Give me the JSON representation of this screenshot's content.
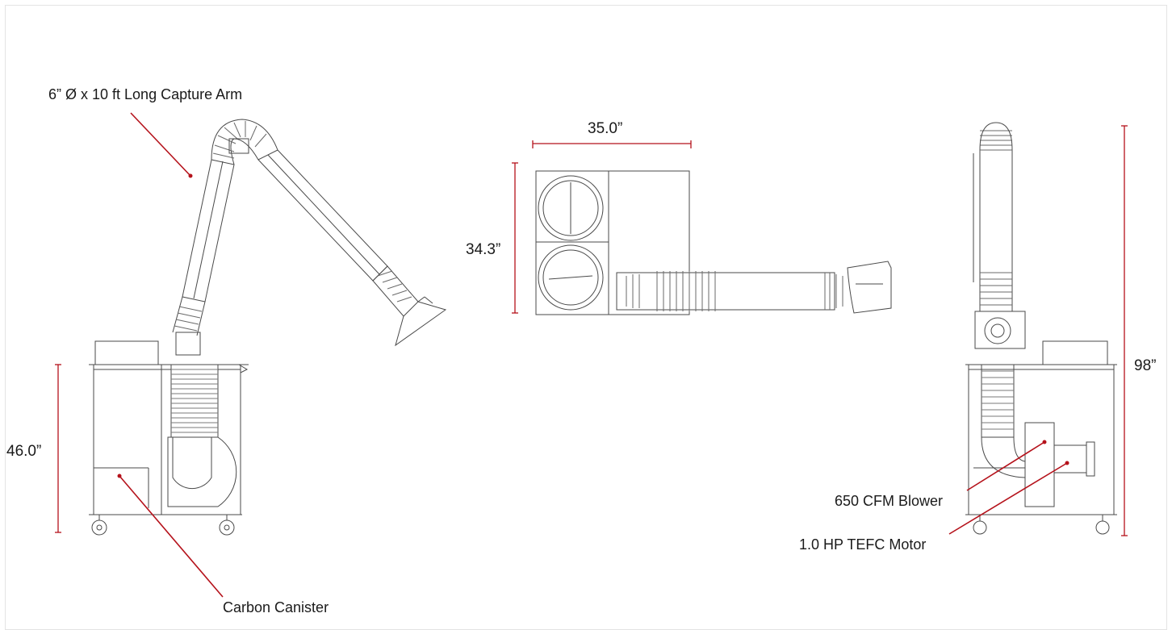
{
  "annotations": {
    "capture_arm": "6” Ø x 10 ft Long Capture Arm",
    "carbon_canister": "Carbon Canister",
    "blower": "650 CFM Blower",
    "motor": "1.0 HP TEFC Motor"
  },
  "dimensions": {
    "side_height": "46.0”",
    "top_width": "35.0”",
    "top_depth": "34.3”",
    "overall_height": "98”"
  },
  "colors": {
    "dimension_line": "#b5121b",
    "drawing_line": "#4a4a4a"
  }
}
